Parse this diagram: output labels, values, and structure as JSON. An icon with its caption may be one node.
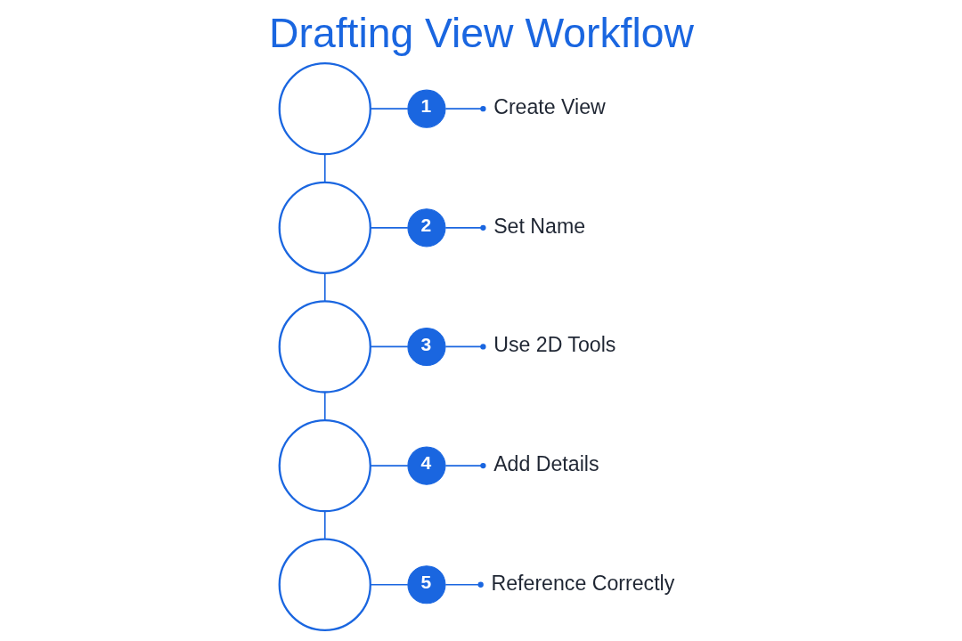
{
  "diagram": {
    "title": "Drafting View Workflow",
    "nodes": [
      {
        "text": [],
        "shape": "circle"
      },
      {
        "text": [
          "1"
        ]
      },
      {
        "text": [
          "Create View"
        ]
      },
      {
        "text": [],
        "shape": "circle"
      },
      {
        "text": [
          "2"
        ]
      },
      {
        "text": [
          "Set Name"
        ]
      },
      {
        "text": [],
        "shape": "circle"
      },
      {
        "text": [
          "3"
        ]
      },
      {
        "text": [
          "Use 2D Tools"
        ]
      },
      {
        "text": [],
        "shape": "circle"
      },
      {
        "text": [
          "4"
        ]
      },
      {
        "text": [
          "Add Details"
        ]
      },
      {
        "text": [],
        "shape": "circle"
      },
      {
        "text": [
          "5"
        ]
      },
      {
        "text": [
          "Reference Correctly"
        ]
      }
    ],
    "edges": [
      {
        "from": 0,
        "to": 1,
        "arrow": "none"
      },
      {
        "from": 1,
        "to": 2,
        "arrow": "other"
      },
      {
        "from": 0,
        "to": 3,
        "arrow": "none"
      },
      {
        "from": 3,
        "to": 4,
        "arrow": "none"
      },
      {
        "from": 4,
        "to": 5,
        "arrow": "other"
      },
      {
        "from": 3,
        "to": 6,
        "arrow": "none"
      },
      {
        "from": 6,
        "to": 7,
        "arrow": "none"
      },
      {
        "from": 7,
        "to": 8,
        "arrow": "other"
      },
      {
        "from": 6,
        "to": 9,
        "arrow": "none"
      },
      {
        "from": 9,
        "to": 10,
        "arrow": "none"
      },
      {
        "from": 10,
        "to": 11,
        "arrow": "other"
      },
      {
        "from": 9,
        "to": 12,
        "arrow": "none"
      },
      {
        "from": 12,
        "to": 13,
        "arrow": "none"
      },
      {
        "from": 13,
        "to": 14,
        "arrow": "other"
      }
    ]
  }
}
